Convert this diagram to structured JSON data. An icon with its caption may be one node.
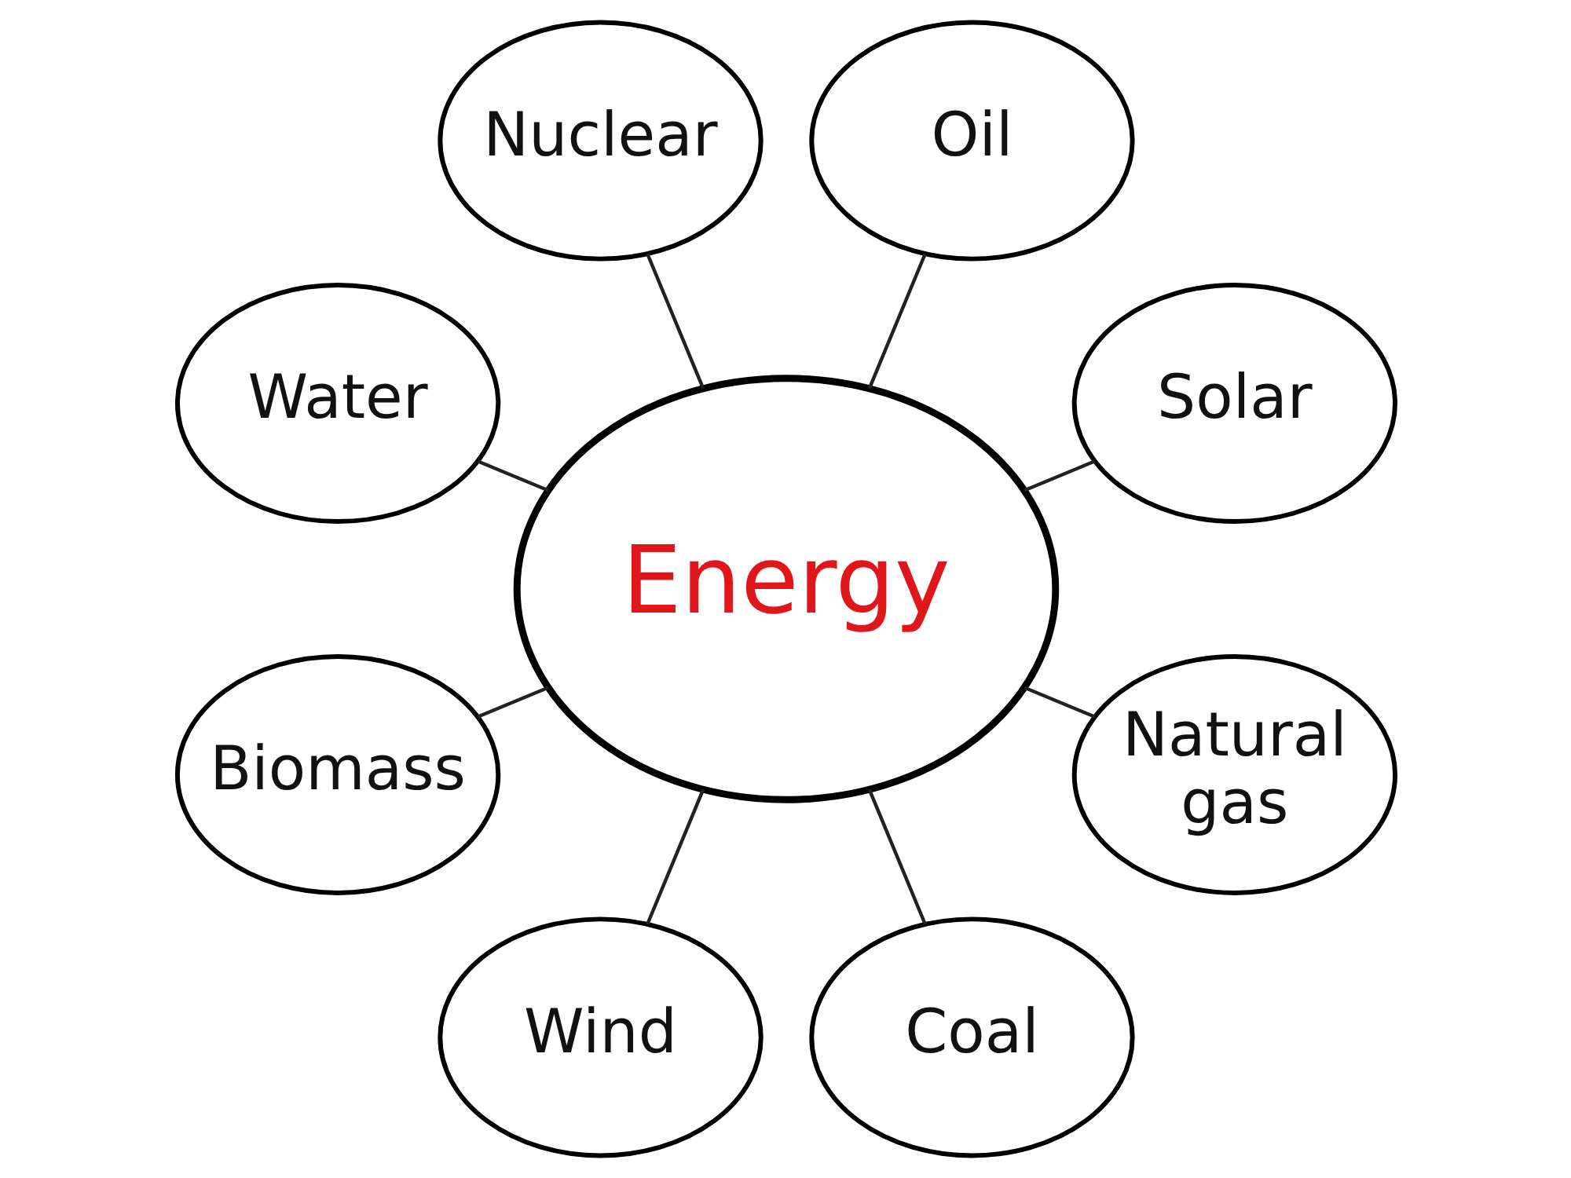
{
  "diagram": {
    "nodes": [
      {
        "text": [
          "Energy"
        ]
      },
      {
        "text": [
          "Solar"
        ]
      },
      {
        "text": [
          "Oil"
        ]
      },
      {
        "text": [
          "Nuclear"
        ]
      },
      {
        "text": [
          "Water"
        ]
      },
      {
        "text": [
          "Biomass"
        ]
      },
      {
        "text": [
          "Wind"
        ]
      },
      {
        "text": [
          "Coal"
        ]
      },
      {
        "text": [
          "Natural gas"
        ]
      }
    ],
    "edges": [
      {
        "from": 0,
        "to": 1,
        "arrow": "none"
      },
      {
        "from": 0,
        "to": 2,
        "arrow": "none"
      },
      {
        "from": 0,
        "to": 3,
        "arrow": "none"
      },
      {
        "from": 0,
        "to": 4,
        "arrow": "none"
      },
      {
        "from": 0,
        "to": 8,
        "arrow": "none"
      },
      {
        "from": 0,
        "to": 7,
        "arrow": "none"
      },
      {
        "from": 0,
        "to": 6,
        "arrow": "none"
      },
      {
        "from": 0,
        "to": 5,
        "arrow": "none"
      }
    ]
  }
}
